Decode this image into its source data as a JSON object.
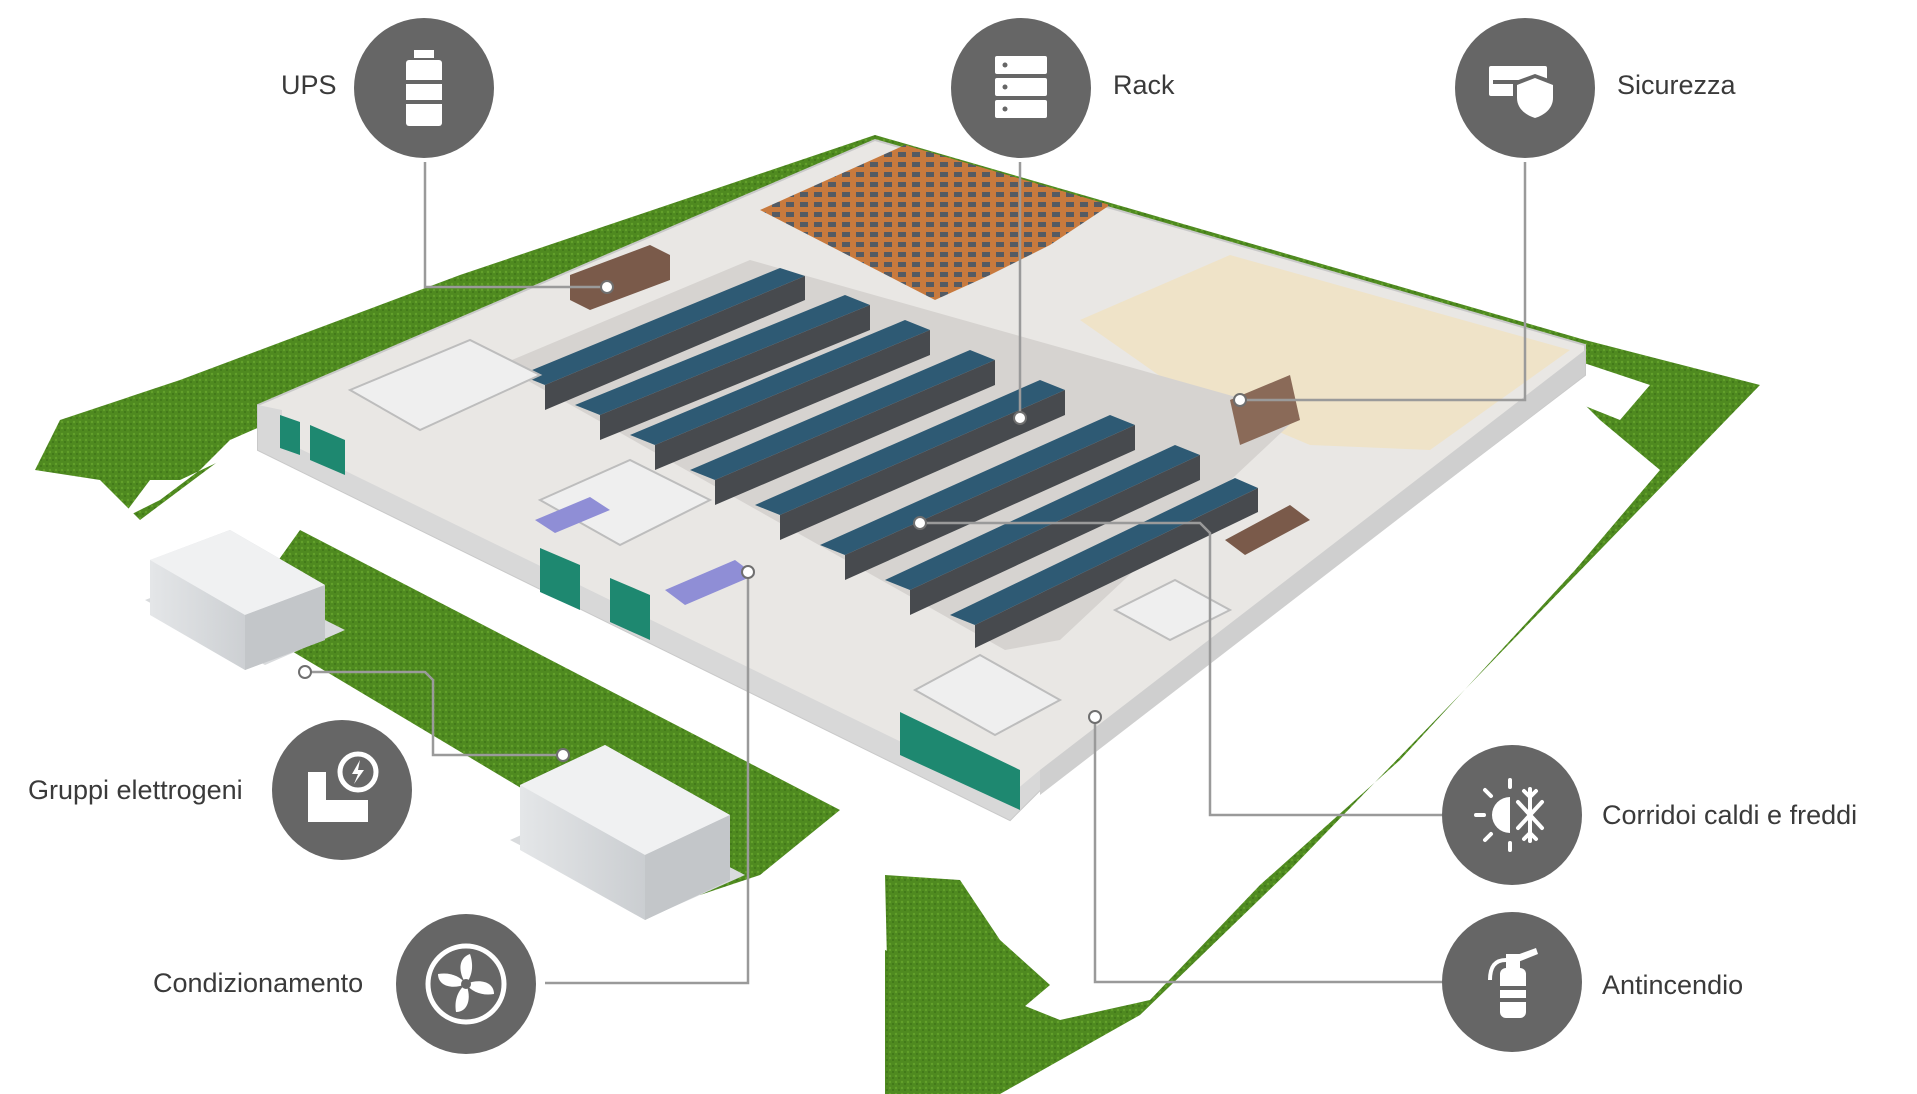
{
  "legend": {
    "ups": "UPS",
    "rack": "Rack",
    "security": "Sicurezza",
    "generators": "Gruppi elettrogeni",
    "cooling": "Condizionamento",
    "aisles": "Corridoi caldi e freddi",
    "fire": "Antincendio"
  },
  "icons": {
    "ups": "battery-icon",
    "rack": "server-rack-icon",
    "security": "shield-icon",
    "generators": "generator-icon",
    "cooling": "fan-icon",
    "aisles": "sun-snowflake-icon",
    "fire": "fire-extinguisher-icon"
  },
  "colors": {
    "icon_circle": "#666666",
    "grass": "#4f8a20",
    "leader_line": "#9a9a9a",
    "rack_blue": "#2e5a74",
    "rack_dark": "#474a4e",
    "wall_brown": "#7a5a4a",
    "glass_teal": "#1e8870"
  }
}
